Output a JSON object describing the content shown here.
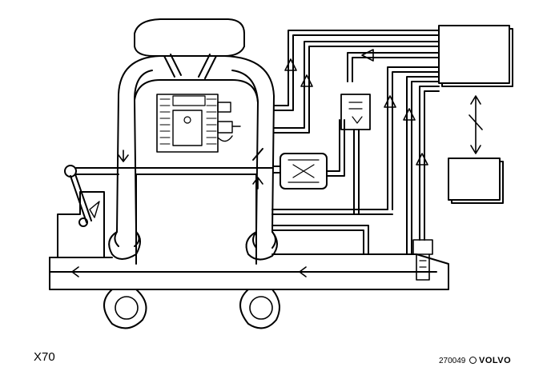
{
  "labels": {
    "figure_code": "X70",
    "image_number": "270049",
    "brand": "VOLVO"
  },
  "icons": [
    "volvo-logo-icon",
    "flow-arrow-icon"
  ]
}
